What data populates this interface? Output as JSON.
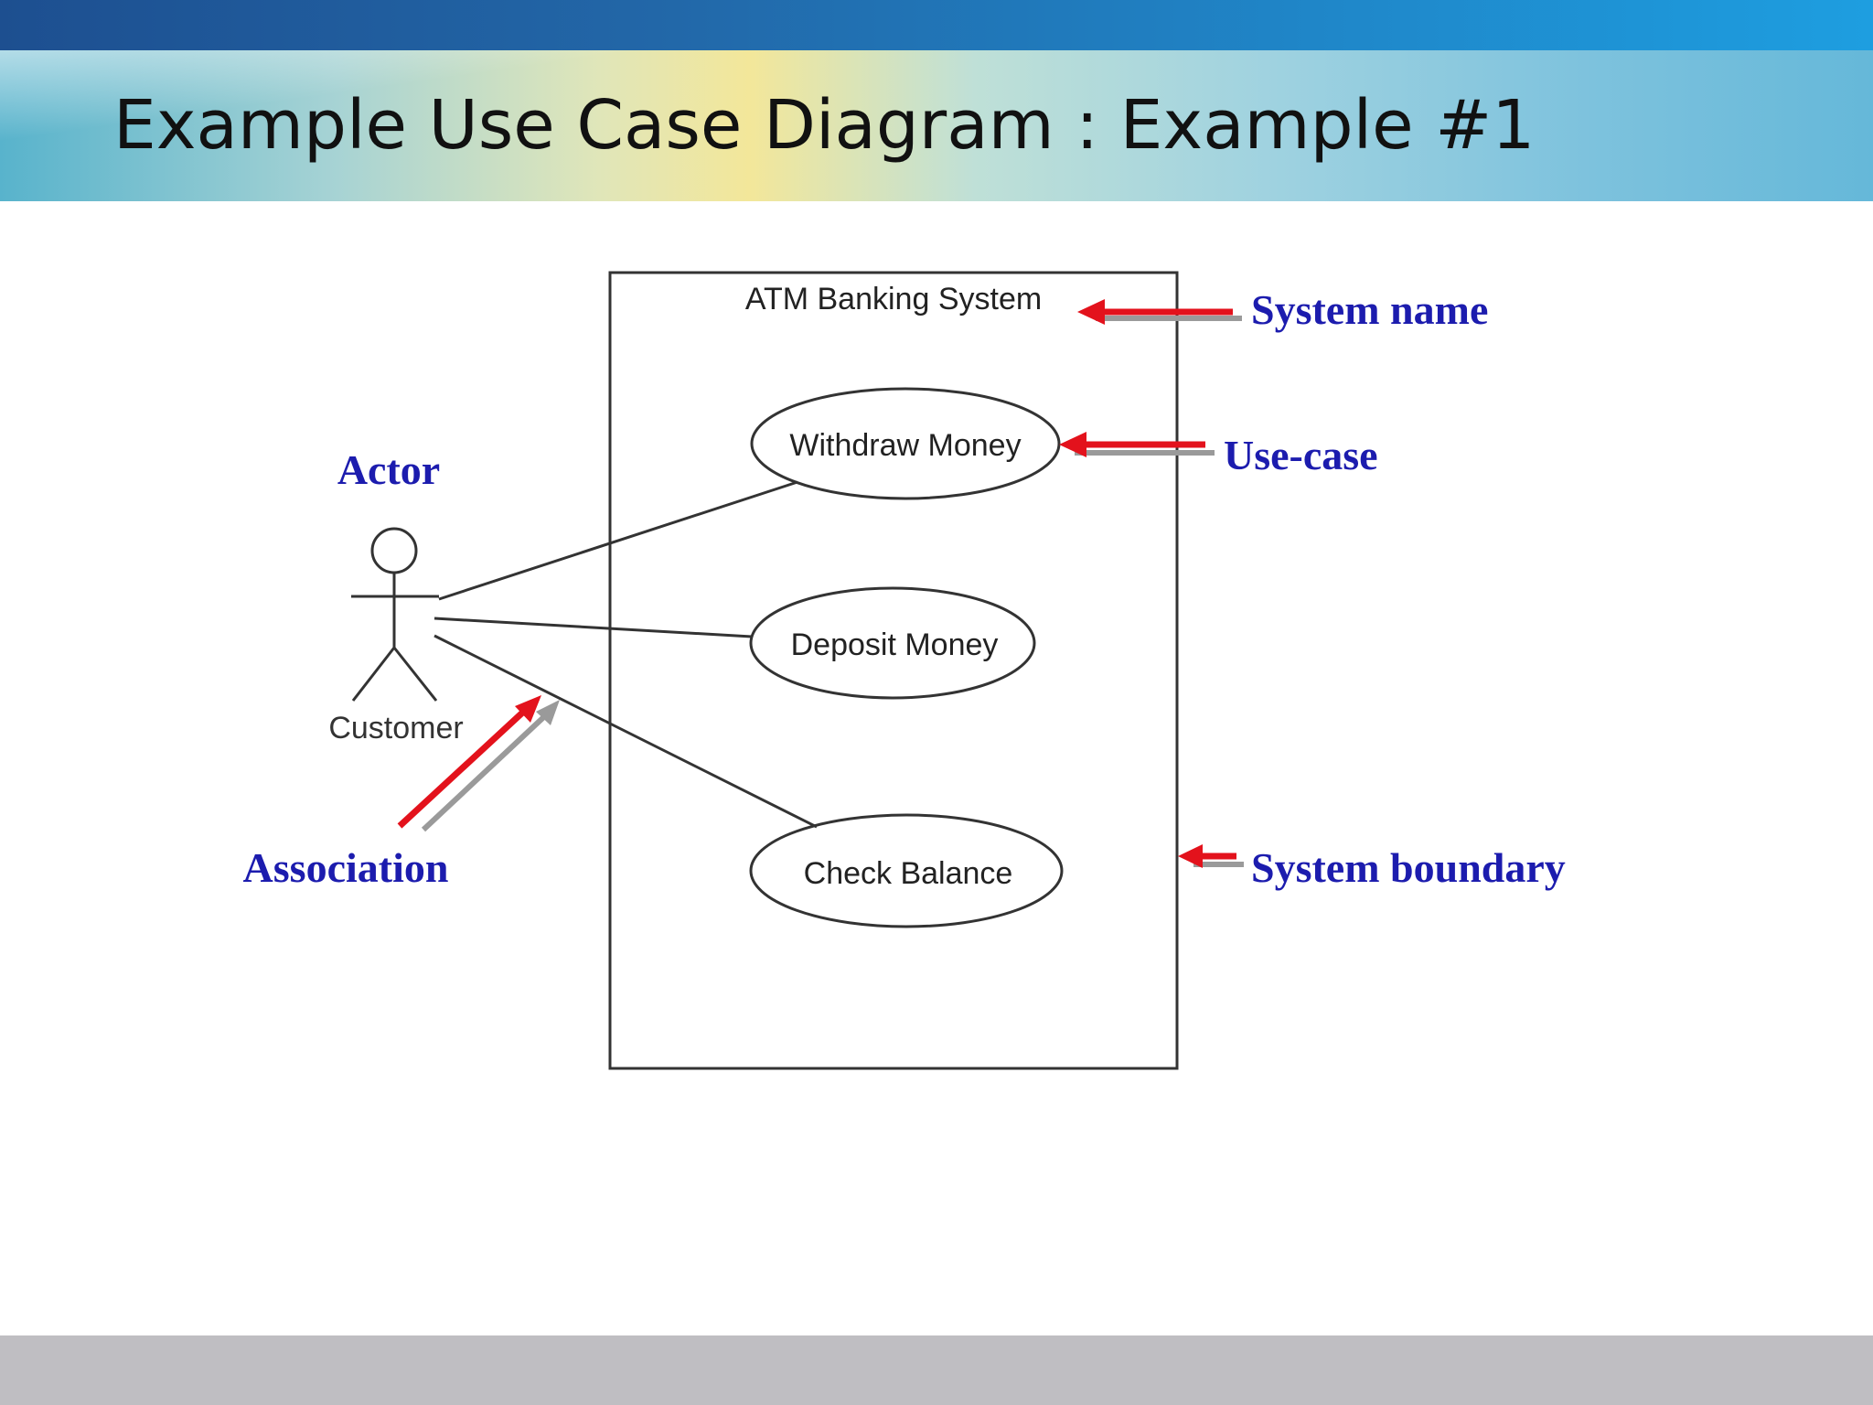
{
  "slide": {
    "title": "Example Use Case Diagram : Example #1"
  },
  "diagram": {
    "system_name": "ATM Banking System",
    "actor_name": "Customer",
    "use_cases": [
      "Withdraw Money",
      "Deposit Money",
      "Check Balance"
    ],
    "annotations": {
      "system_name": "System name",
      "use_case": "Use-case",
      "actor": "Actor",
      "association": "Association",
      "system_boundary": "System boundary"
    }
  },
  "colors": {
    "annotation_text": "#1c1cae",
    "annotation_arrow": "#e3121c",
    "arrow_shadow": "#9a9a9a",
    "diagram_stroke": "#333333"
  }
}
